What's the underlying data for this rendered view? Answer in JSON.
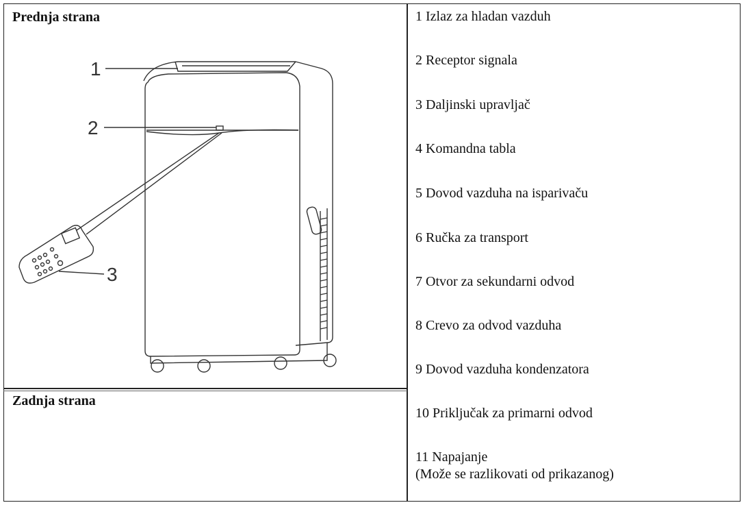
{
  "front": {
    "heading": "Prednja strana"
  },
  "rear": {
    "heading": "Zadnja strana"
  },
  "callouts": [
    "1",
    "2",
    "3"
  ],
  "legend": [
    {
      "label": "1 Izlaz za hladan vazduh"
    },
    {
      "label": "2 Receptor signala"
    },
    {
      "label": "3 Daljinski upravljač"
    },
    {
      "label": "4 Komandna tabla"
    },
    {
      "label": "5 Dovod vazduha na isparivaču"
    },
    {
      "label": "6 Ručka za transport"
    },
    {
      "label": "7 Otvor za sekundarni odvod"
    },
    {
      "label": "8 Crevo za odvod vazduha"
    },
    {
      "label": "9 Dovod vazduha kondenzatora"
    },
    {
      "label": "10 Priključak za primarni odvod"
    },
    {
      "label": "11 Napajanje",
      "note": "(Može se razlikovati od prikazanog)"
    }
  ]
}
